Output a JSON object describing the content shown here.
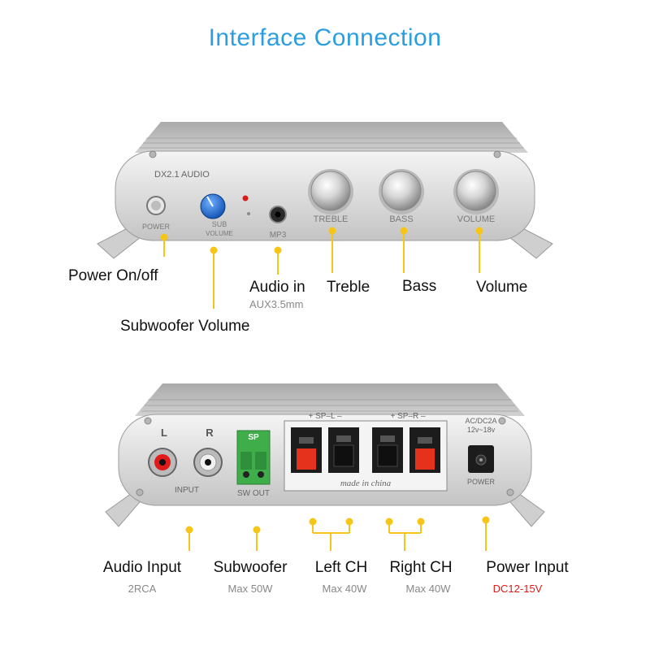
{
  "title": "Interface  Connection",
  "front_panel": {
    "model_text": "DX2.1  AUDIO",
    "knob_labels": {
      "power": "POWER",
      "sub_volume_line1": "SUB",
      "sub_volume_line2": "VOLUME",
      "mp3": "MP3",
      "treble": "TREBLE",
      "bass": "BASS",
      "volume": "VOLUME"
    },
    "callouts": {
      "power": "Power On/off",
      "subwoofer_volume": "Subwoofer Volume",
      "audio_in": "Audio in",
      "audio_in_sub": "AUX3.5mm",
      "treble": "Treble",
      "bass": "Bass",
      "volume": "Volume"
    }
  },
  "rear_panel": {
    "panel_text": {
      "left": "L",
      "right": "R",
      "input": "INPUT",
      "sp": "SP",
      "sw_out": "SW OUT",
      "sp_l": "+  SP–L  –",
      "sp_r": "+  SP–R  –",
      "made_in": "made in china",
      "ac_dc_line1": "AC/DC2A",
      "ac_dc_line2": "12v~18v",
      "power": "POWER"
    },
    "callouts": {
      "audio_input": "Audio Input",
      "audio_input_sub": "2RCA",
      "subwoofer": "Subwoofer",
      "subwoofer_sub": "Max 50W",
      "left_ch": "Left CH",
      "left_ch_sub": "Max 40W",
      "right_ch": "Right CH",
      "right_ch_sub": "Max 40W",
      "power_input": "Power Input",
      "power_input_sub": "DC12-15V"
    }
  },
  "colors": {
    "title": "#2a9ee0",
    "callout_line": "#f5c518",
    "power_input_spec": "#e01818",
    "sub_knob": "#1f6fd6",
    "terminal_red": "#e4321c",
    "terminal_block": "#3fae4a"
  }
}
